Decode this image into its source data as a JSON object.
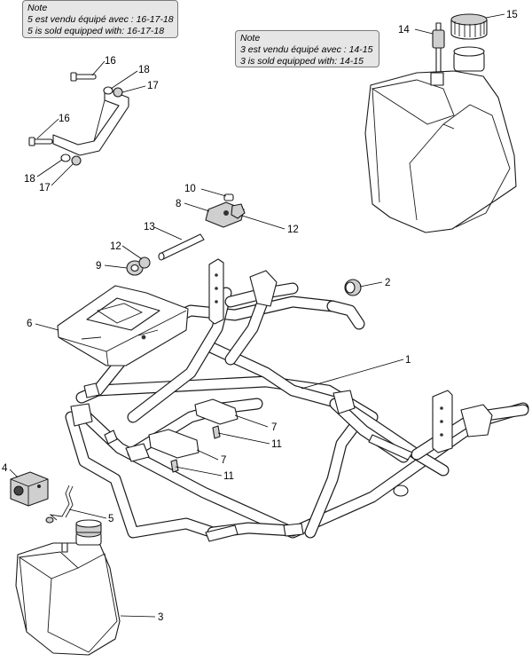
{
  "notes": [
    {
      "title": "Note",
      "lines": [
        "5 est vendu équipé avec : 16-17-18",
        "5 is sold equipped with: 16-17-18"
      ]
    },
    {
      "title": "Note",
      "lines": [
        "3 est vendu équipé avec : 14-15",
        "3 is sold equipped with: 14-15"
      ]
    }
  ],
  "callouts": [
    {
      "id": "c15",
      "label": "15"
    },
    {
      "id": "c14",
      "label": "14"
    },
    {
      "id": "c16a",
      "label": "16"
    },
    {
      "id": "c18a",
      "label": "18"
    },
    {
      "id": "c17a",
      "label": "17"
    },
    {
      "id": "c16b",
      "label": "16"
    },
    {
      "id": "c18b",
      "label": "18"
    },
    {
      "id": "c17b",
      "label": "17"
    },
    {
      "id": "c10",
      "label": "10"
    },
    {
      "id": "c8",
      "label": "8"
    },
    {
      "id": "c12a",
      "label": "12"
    },
    {
      "id": "c13",
      "label": "13"
    },
    {
      "id": "c12b",
      "label": "12"
    },
    {
      "id": "c9",
      "label": "9"
    },
    {
      "id": "c2",
      "label": "2"
    },
    {
      "id": "c6",
      "label": "6"
    },
    {
      "id": "c1",
      "label": "1"
    },
    {
      "id": "c7a",
      "label": "7"
    },
    {
      "id": "c11a",
      "label": "11"
    },
    {
      "id": "c7b",
      "label": "7"
    },
    {
      "id": "c11b",
      "label": "11"
    },
    {
      "id": "c4",
      "label": "4"
    },
    {
      "id": "c5",
      "label": "5"
    },
    {
      "id": "c3",
      "label": "3"
    }
  ]
}
